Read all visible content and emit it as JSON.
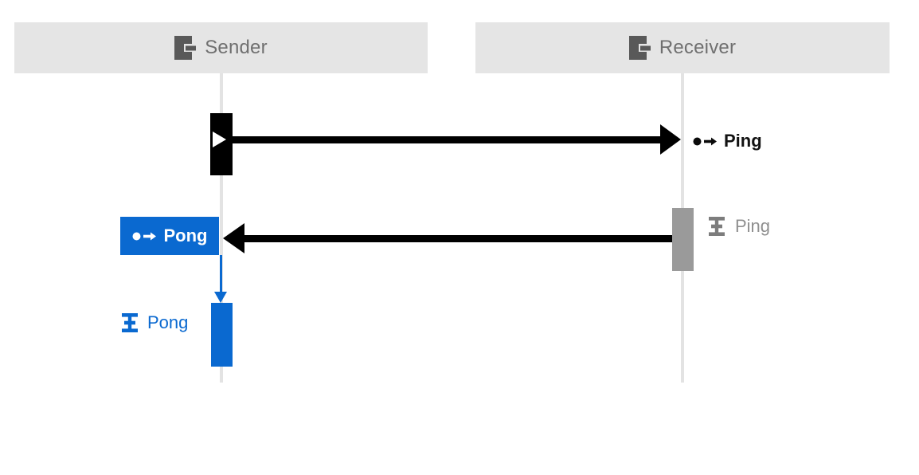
{
  "diagram_type": "sequence-diagram",
  "participants": [
    {
      "label": "Sender",
      "icon": "endpoint-icon"
    },
    {
      "label": "Receiver",
      "icon": "endpoint-icon"
    }
  ],
  "messages": {
    "ping_send": {
      "label": "Ping",
      "icon": "send-message-icon",
      "from": "Sender",
      "to": "Receiver",
      "direction": "right"
    },
    "ping_handler": {
      "label": "Ping",
      "icon": "handler-process-icon",
      "at": "Receiver"
    },
    "pong_send": {
      "label": "Pong",
      "icon": "send-message-icon",
      "from": "Receiver",
      "to": "Sender",
      "direction": "left",
      "selected": true
    },
    "pong_handler": {
      "label": "Pong",
      "icon": "handler-process-icon",
      "at": "Sender"
    }
  },
  "colors": {
    "selection_blue": "#0a69d0",
    "activation_black": "#000000",
    "activation_gray": "#9a9a9a",
    "header_background": "#e5e5e5",
    "lifeline_gray": "#e3e3e3",
    "header_text": "#6f6f6f",
    "muted_label_text": "#8f8f8f"
  }
}
